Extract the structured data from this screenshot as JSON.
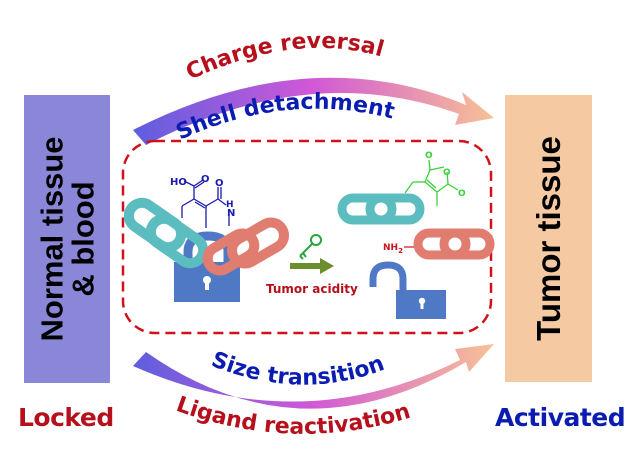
{
  "boxes": {
    "left": {
      "line1": "Normal tissue",
      "line2": "& blood",
      "color": "#8b87d8"
    },
    "right": {
      "label": "Tumor tissue",
      "color": "#f5c9a2"
    }
  },
  "state_labels": {
    "left": {
      "text": "Locked",
      "color": "#b5101b"
    },
    "right": {
      "text": "Activated",
      "color": "#0a1db0"
    }
  },
  "arrows": {
    "top": {
      "above_label": "Charge reversal",
      "below_label": "Shell detachment"
    },
    "bottom": {
      "above_label": "Size transition",
      "below_label": "Ligand reactivation"
    },
    "gradient": [
      "#5b5fe0",
      "#d158d6",
      "#f8c294"
    ]
  },
  "center_panel": {
    "trigger_label": "Tumor acidity",
    "locked_structure": {
      "hydroxyl": "HO",
      "carbonyl_o1": "O",
      "carbonyl_o2": "O",
      "amide_h": "H",
      "amide_n": "N"
    },
    "released_anhydride": {
      "o_top": "O",
      "o_ring": "O",
      "o_right": "O"
    },
    "released_amine": {
      "label": "NH",
      "subscript": "2"
    },
    "colors": {
      "dashed_border": "#d0101b",
      "chain_teal": "#5bbdc0",
      "chain_salmon": "#e07d70",
      "lock_blue": "#4f79c4",
      "key_green": "#2aa340",
      "arrow_green": "#6b8e2e",
      "locked_structure": "#1a1ab0",
      "anhydride": "#3ad13a",
      "amine": "#d0101b"
    }
  },
  "label_colors": {
    "red": "#b5101b",
    "blue": "#0a1db0"
  }
}
